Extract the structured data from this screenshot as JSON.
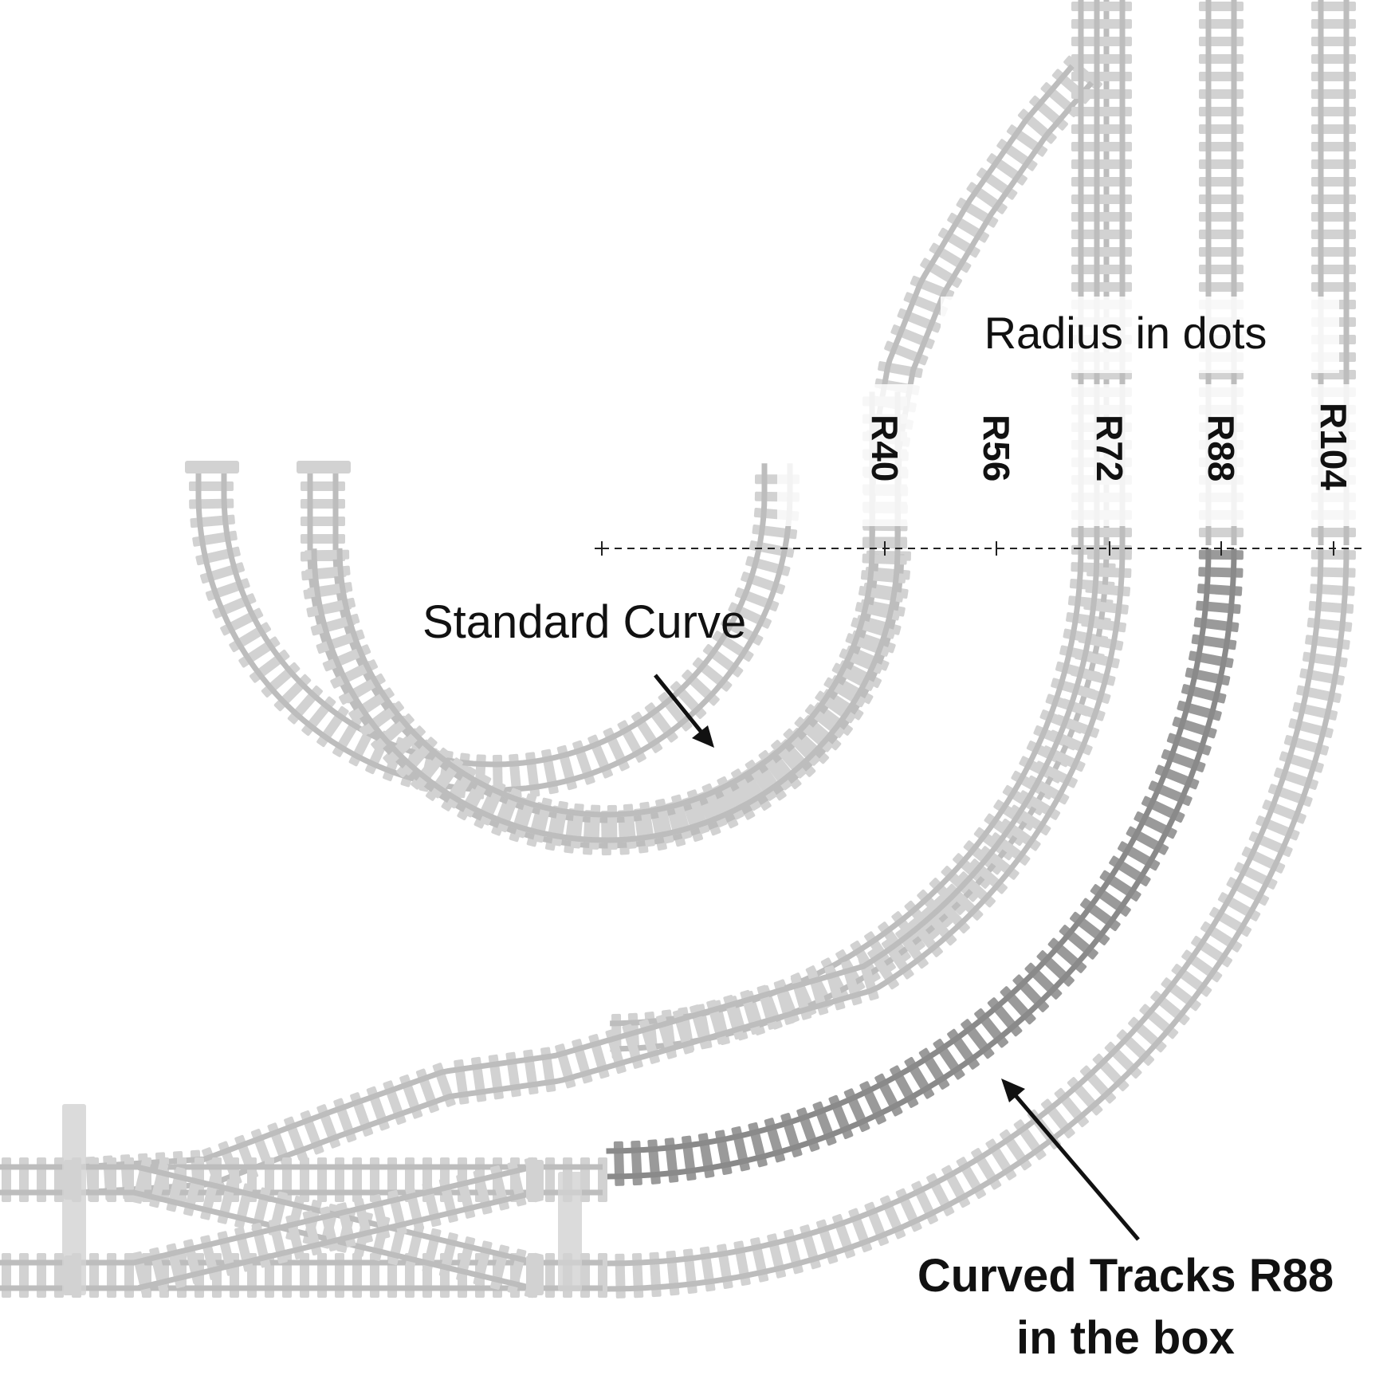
{
  "diagram": {
    "radius_title": "Radius in dots",
    "radii": [
      {
        "label": "R40",
        "dots": 40
      },
      {
        "label": "R56",
        "dots": 56
      },
      {
        "label": "R72",
        "dots": 72
      },
      {
        "label": "R88",
        "dots": 88
      },
      {
        "label": "R104",
        "dots": 104
      }
    ],
    "highlighted_radius": "R88",
    "callouts": {
      "standard_curve": "Standard Curve",
      "box_line1": "Curved Tracks R88",
      "box_line2": "in the box"
    },
    "colors": {
      "track": "#bdbdbd",
      "track_dark": "#8a8a8a",
      "sleeper": "#d2d2d2",
      "sleeper_highlight": "#9a9a9a",
      "text": "#111111",
      "guide": "#222222"
    }
  }
}
